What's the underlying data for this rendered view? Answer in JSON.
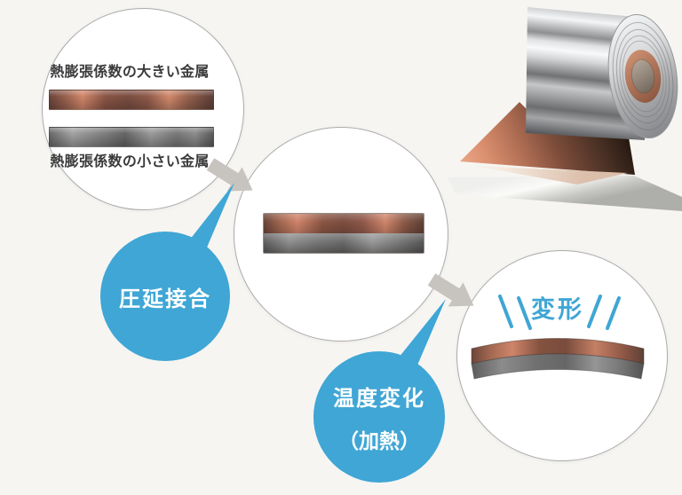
{
  "page": {
    "background_color": "#f6f5f2",
    "language": "ja",
    "description": "bimetal roll-bonding process diagram"
  },
  "colors": {
    "accent_blue": "#3fa6d5",
    "arrow_gray": "#c7c4bf",
    "circle_border": "#ababab",
    "text_dark": "#3a3a3a",
    "copper": "#c07a5b",
    "silver": "#8f8f8f"
  },
  "icons": {
    "flow_arrow": "thick-gray-diagonal-arrow",
    "bubble_tail": "speech-bubble-spike",
    "emphasis_marks": "blue-double-slash-lines",
    "coil_illustration": "clad-metal-coil-with-unrolled-copper-strip"
  },
  "diagram": {
    "step1": {
      "label_top": "熱膨張係数の大きい金属",
      "label_bottom": "熱膨張係数の小さい金属"
    },
    "step2": {
      "bubble_label": "圧延接合"
    },
    "step3": {
      "bubble_label_line1": "温度変化",
      "bubble_label_line2": "（加熱）",
      "result_label": "変形"
    }
  }
}
